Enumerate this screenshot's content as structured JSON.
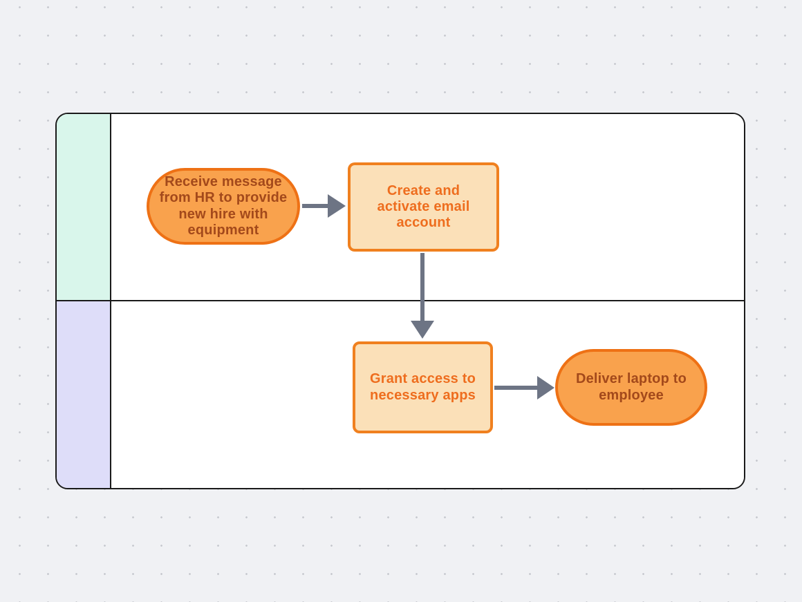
{
  "colors": {
    "page_bg": "#F0F1F4",
    "dot": "#C7C9CF",
    "frame_fill": "#FFFFFF",
    "frame_border": "#1A1A1A",
    "lane1_strip": "#D9F6EB",
    "lane2_strip": "#DEDDF9",
    "pill_fill": "#F9A24D",
    "pill_border": "#EE7115",
    "pill_text": "#A3491B",
    "task_fill": "#FBE0B8",
    "task_border": "#F0801F",
    "task_text": "#EE6D1E",
    "arrow": "#6D7484"
  },
  "diagram": {
    "type": "swimlane-flowchart",
    "lanes": [
      {
        "id": "lane-1",
        "label": ""
      },
      {
        "id": "lane-2",
        "label": ""
      }
    ],
    "nodes": [
      {
        "id": "start",
        "type": "terminator",
        "lane": 1,
        "label": "Receive message\nfrom HR to provide\nnew hire with\nequipment"
      },
      {
        "id": "create-email",
        "type": "process",
        "lane": 1,
        "label": "Create and\nactivate email\naccount"
      },
      {
        "id": "grant-access",
        "type": "process",
        "lane": 2,
        "label": "Grant access to\nnecessary apps"
      },
      {
        "id": "deliver-laptop",
        "type": "terminator",
        "lane": 2,
        "label": "Deliver laptop to\nemployee"
      }
    ],
    "connectors": [
      {
        "from": "start",
        "to": "create-email",
        "direction": "right"
      },
      {
        "from": "create-email",
        "to": "grant-access",
        "direction": "down"
      },
      {
        "from": "grant-access",
        "to": "deliver-laptop",
        "direction": "right"
      }
    ]
  }
}
